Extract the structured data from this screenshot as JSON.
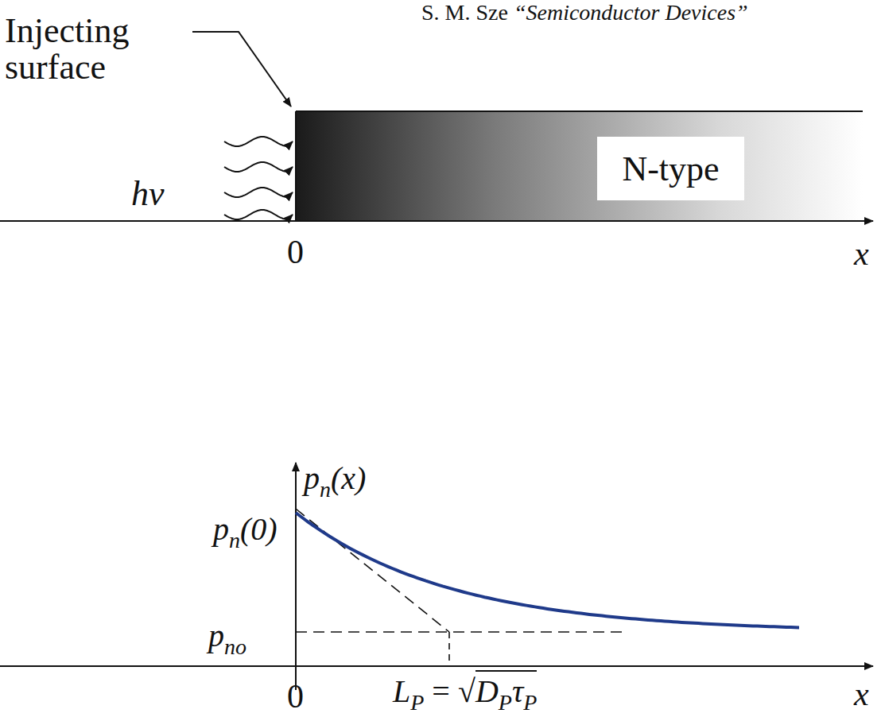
{
  "diagram": {
    "nodes": [
      {
        "text": [
          "N-type"
        ]
      }
    ],
    "labels": [
      "S. M. Sze ",
      "“Semiconductor Devices”",
      "Injecting surface",
      "hν",
      "0",
      "x",
      "p",
      "n",
      "(x)",
      "p",
      "n",
      "(0)",
      "p",
      "no",
      "0",
      "L",
      "P",
      "= √",
      "D",
      "P",
      "τ",
      "P",
      "x"
    ]
  }
}
